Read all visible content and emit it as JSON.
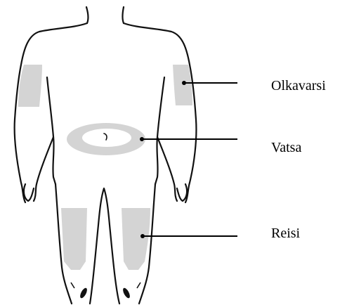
{
  "diagram": {
    "labels": {
      "upper_arm": "Olkavarsi",
      "abdomen": "Vatsa",
      "thigh": "Reisi"
    },
    "colors": {
      "outline": "#111111",
      "injection_area": "#d4d4d4",
      "leader_line": "#000000",
      "text": "#000000",
      "background": "#ffffff"
    }
  }
}
